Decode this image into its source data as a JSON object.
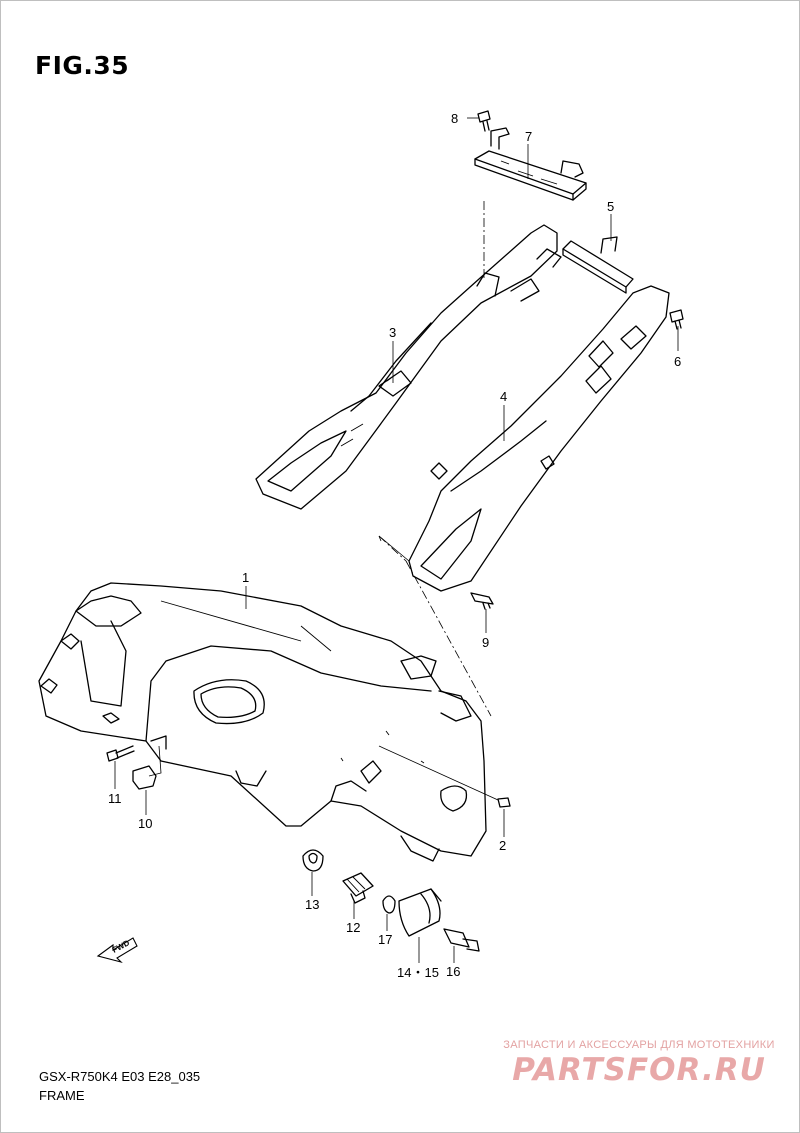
{
  "figure": {
    "title": "FIG.35"
  },
  "callouts": [
    {
      "id": "1",
      "label": "1"
    },
    {
      "id": "2",
      "label": "2"
    },
    {
      "id": "3",
      "label": "3"
    },
    {
      "id": "4",
      "label": "4"
    },
    {
      "id": "5",
      "label": "5"
    },
    {
      "id": "6",
      "label": "6"
    },
    {
      "id": "7",
      "label": "7"
    },
    {
      "id": "8",
      "label": "8"
    },
    {
      "id": "9",
      "label": "9"
    },
    {
      "id": "10",
      "label": "10"
    },
    {
      "id": "11",
      "label": "11"
    },
    {
      "id": "12",
      "label": "12"
    },
    {
      "id": "13",
      "label": "13"
    },
    {
      "id": "14-15",
      "label": "14・15"
    },
    {
      "id": "16",
      "label": "16"
    },
    {
      "id": "17",
      "label": "17"
    }
  ],
  "direction_marker": {
    "label": "FWD"
  },
  "footer": {
    "model_code": "GSX-R750K4 E03 E28_035",
    "section_name": "FRAME"
  },
  "watermark": {
    "tagline": "ЗАПЧАСТИ И АКСЕССУАРЫ ДЛЯ МОТОТЕХНИКИ",
    "brand": "PARTSFOR.RU",
    "color": "#e8a8a8"
  }
}
